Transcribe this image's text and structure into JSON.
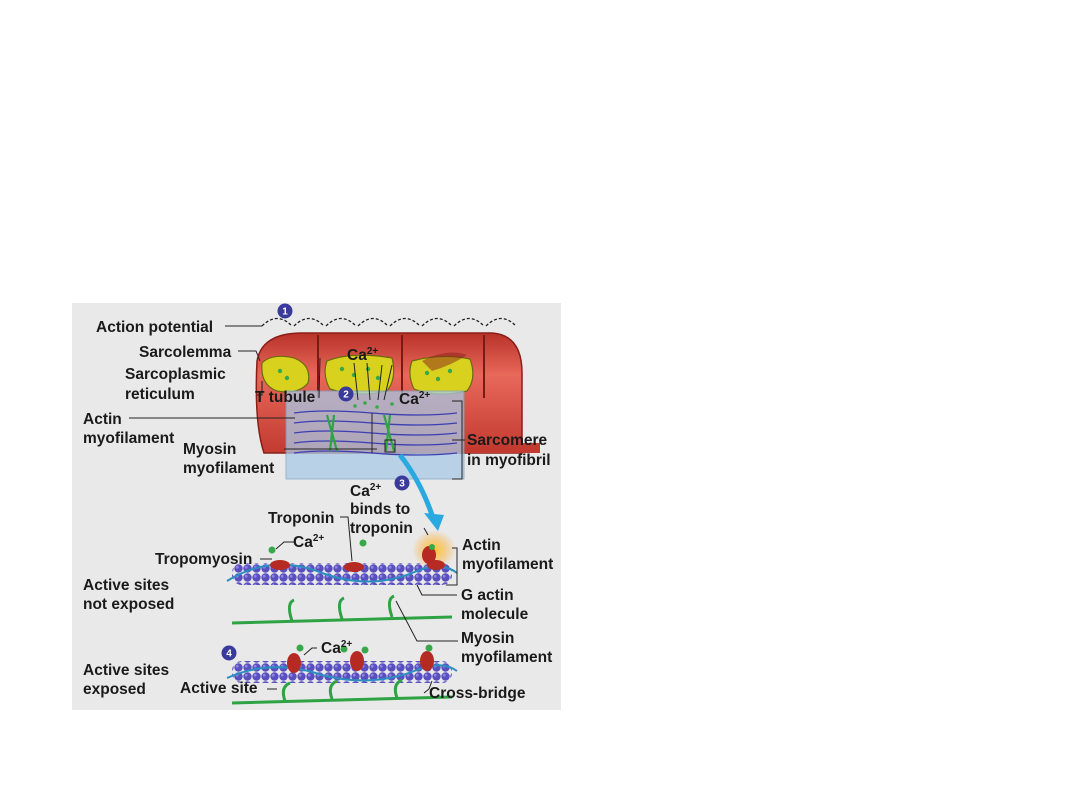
{
  "diagram": {
    "labels": {
      "action_potential": "Action potential",
      "sarcolemma": "Sarcolemma",
      "sarcoplasmic_1": "Sarcoplasmic",
      "sarcoplasmic_2": "reticulum",
      "t_tubule": "T tubule",
      "ca_top": "Ca",
      "ca_top_sup": "2+",
      "ca_right": "Ca",
      "ca_right_sup": "2+",
      "actin_top_1": "Actin",
      "actin_top_2": "myofilament",
      "myosin_top_1": "Myosin",
      "myosin_top_2": "myofilament",
      "sarcomere_1": "Sarcomere",
      "sarcomere_2": "in myofibril",
      "ca_binds_ca": "Ca",
      "ca_binds_sup": "2+",
      "ca_binds_1": "binds to",
      "ca_binds_2": "troponin",
      "troponin": "Troponin",
      "ca_mid": "Ca",
      "ca_mid_sup": "2+",
      "tropomyosin": "Tropomyosin",
      "actin_right_1": "Actin",
      "actin_right_2": "myofilament",
      "not_exposed_1": "Active sites",
      "not_exposed_2": "not exposed",
      "g_actin_1": "G actin",
      "g_actin_2": "molecule",
      "myosin_right_1": "Myosin",
      "myosin_right_2": "myofilament",
      "ca_bottom": "Ca",
      "ca_bottom_sup": "2+",
      "exposed_1": "Active sites",
      "exposed_2": "exposed",
      "active_site": "Active site",
      "cross_bridge": "Cross-bridge"
    },
    "steps": [
      "1",
      "2",
      "3",
      "4"
    ],
    "colors": {
      "panel_bg": "#e9e9e9",
      "muscle_red": "#d9473c",
      "reticulum_yellow": "#d8d21e",
      "actin_purple": "#5a4fbf",
      "myosin_green": "#2ea344",
      "troponin_red": "#b52a22",
      "step_badge": "#3a3a9a",
      "arrow_cyan": "#29a9e0"
    }
  }
}
